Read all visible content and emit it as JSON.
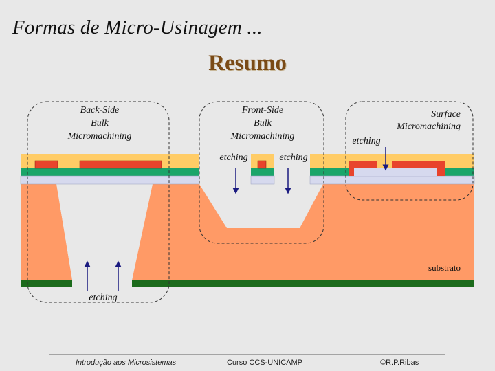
{
  "title": "Formas de Micro-Usinagem ...",
  "subtitle": "Resumo",
  "panels": {
    "back_side": [
      "Back-Side",
      "Bulk",
      "Micromachining"
    ],
    "front_side": [
      "Front-Side",
      "Bulk",
      "Micromachining"
    ],
    "surface": [
      "Surface",
      "Micromachining"
    ]
  },
  "labels": {
    "etching": "etching",
    "substrate": "substrato"
  },
  "footer": {
    "left": "Introdução aos Microsistemas",
    "center": "Curso CCS-UNICAMP",
    "right": "©R.P.Ribas"
  },
  "colors": {
    "background": "#e8e8e8",
    "substrate": "#ff9a66",
    "top_layer": "#ffcc66",
    "green_layer": "#1aa56a",
    "oxide_layer": "#d6d9ee",
    "metal": "#e8442c",
    "backside_mask": "#1c6b1c",
    "title_accent": "#7a4a16"
  }
}
